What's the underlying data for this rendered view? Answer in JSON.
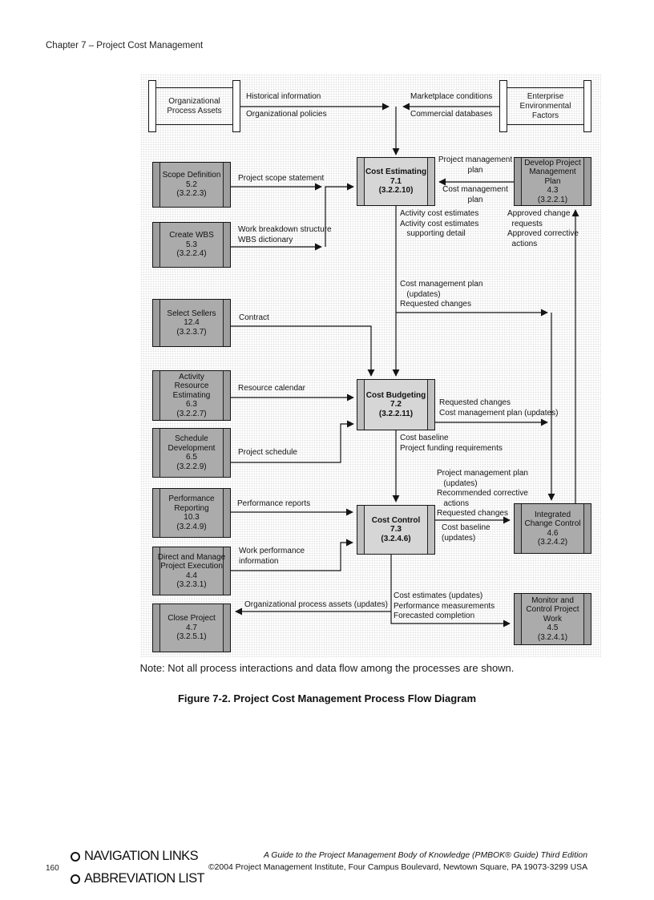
{
  "header": {
    "chapter_title": "Chapter 7 – Project Cost Management"
  },
  "diagram": {
    "external_boxes": {
      "organizational_process_assets": "Organizational\nProcess Assets",
      "enterprise_environmental_factors": "Enterprise\nEnvironmental Factors"
    },
    "process_boxes": {
      "scope_definition": "Scope Definition\n5.2\n(3.2.2.3)",
      "create_wbs": "Create WBS\n5.3\n(3.2.2.4)",
      "select_sellers": "Select Sellers\n12.4\n(3.2.3.7)",
      "activity_resource_estimating": "Activity\nResource\nEstimating\n6.3\n(3.2.2.7)",
      "schedule_development": "Schedule\nDevelopment\n6.5\n(3.2.2.9)",
      "performance_reporting": "Performance\nReporting\n10.3\n(3.2.4.9)",
      "direct_and_manage_project_execution": "Direct and Manage\nProject Execution\n4.4\n(3.2.3.1)",
      "close_project": "Close Project\n4.7\n(3.2.5.1)",
      "cost_estimating": "Cost Estimating\n7.1\n(3.2.2.10)",
      "cost_budgeting": "Cost Budgeting\n7.2\n(3.2.2.11)",
      "cost_control": "Cost Control\n7.3\n(3.2.4.6)",
      "develop_project_management_plan": "Develop Project\nManagement\nPlan\n4.3\n(3.2.2.1)",
      "integrated_change_control": "Integrated\nChange Control\n4.6\n(3.2.4.2)",
      "monitor_and_control_project_work": "Monitor and\nControl Project\nWork\n4.5\n(3.2.4.1)"
    },
    "flow_labels": {
      "historical_information": "Historical information",
      "organizational_policies": "Organizational policies",
      "marketplace_conditions": "Marketplace conditions",
      "commercial_databases": "Commercial databases",
      "project_scope_statement": "Project scope statement",
      "wbs": "Work breakdown structure\nWBS dictionary",
      "project_management_plan": "Project management\nplan",
      "cost_management_plan": "Cost management\nplan",
      "activity_cost_estimates": "Activity cost estimates\nActivity cost estimates\n   supporting detail",
      "approved_changes": "Approved change\n  requests\nApproved corrective\n  actions",
      "cmp_updates_requested_changes": "Cost management plan\n   (updates)\nRequested changes",
      "contract": "Contract",
      "resource_calendar": "Resource calendar",
      "project_schedule": "Project schedule",
      "requested_changes_cmp_updates": "Requested changes\nCost management plan (updates)",
      "cost_baseline_funding": "Cost baseline\nProject funding requirements",
      "pmp_updates_corrective": "Project management plan\n   (updates)\nRecommended corrective\n   actions\nRequested changes",
      "cost_baseline_updates": "Cost baseline\n(updates)",
      "performance_reports": "Performance reports",
      "work_performance_information": "Work performance\ninformation",
      "cost_estimates_updates": "Cost estimates (updates)\nPerformance measurements\nForecasted completion",
      "opa_updates": "Organizational process assets (updates)"
    }
  },
  "note": "Note: Not all process interactions and data flow among the processes are shown.",
  "caption": "Figure 7-2. Project Cost Management Process Flow Diagram",
  "footer": {
    "page_number": "160",
    "navigation_links_label": "NAVIGATION LINKS",
    "abbreviation_list_label": "ABBREVIATION LIST",
    "book_title": "A Guide to the Project Management Body of Knowledge (PMBOK® Guide) Third Edition",
    "copyright": "©2004 Project Management Institute, Four Campus Boulevard, Newtown Square, PA 19073-3299 USA"
  }
}
